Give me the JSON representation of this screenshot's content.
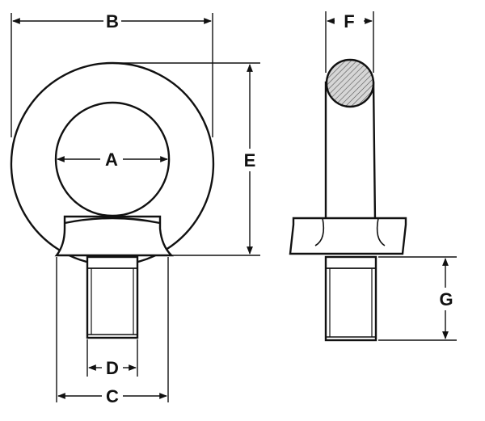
{
  "colors": {
    "stroke": "#111111",
    "fill": "#ffffff",
    "section_fill": "#cfcfcf"
  },
  "labels": {
    "A": "A",
    "B": "B",
    "C": "C",
    "D": "D",
    "E": "E",
    "F": "F",
    "G": "G"
  }
}
